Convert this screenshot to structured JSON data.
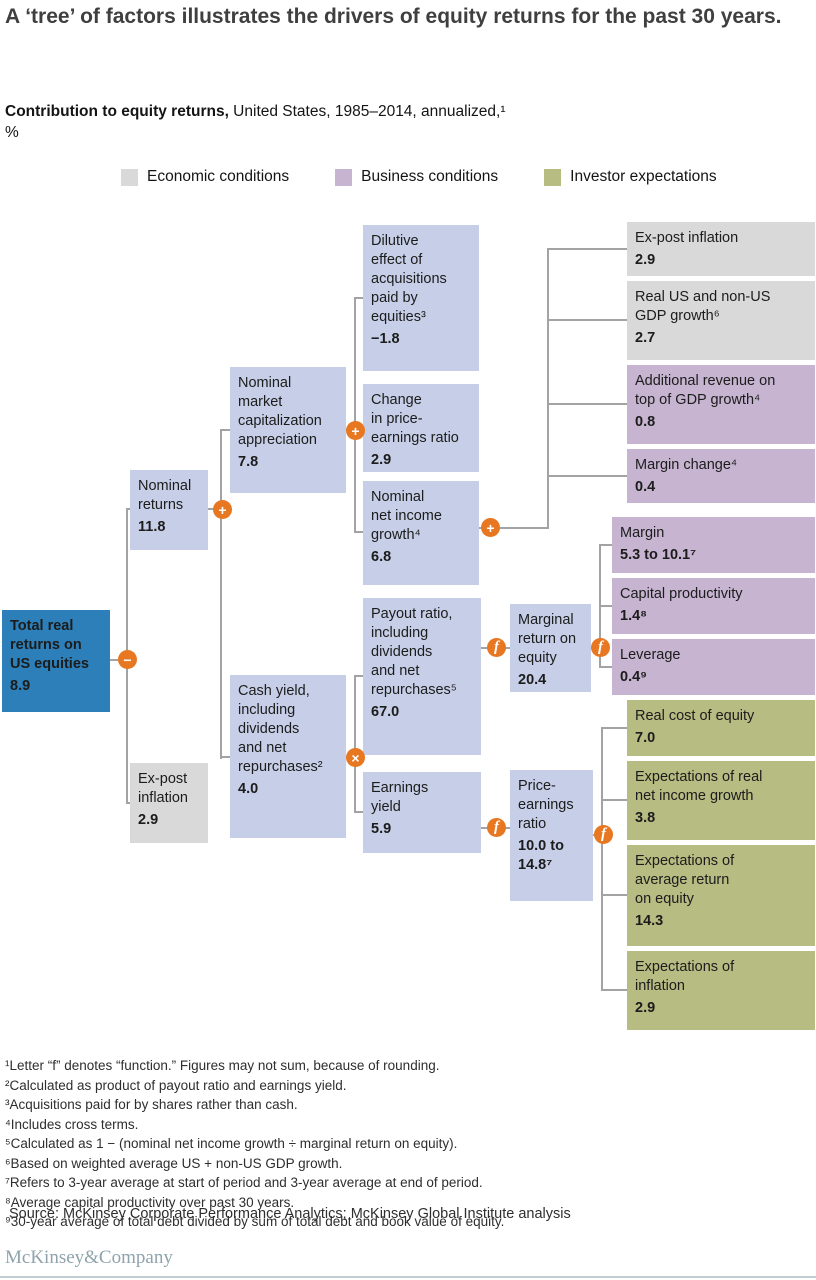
{
  "title": "A ‘tree’ of factors illustrates the drivers of equity returns for the past 30 years.",
  "subtitle": {
    "bold": "Contribution to equity returns,",
    "rest": " United States, 1985–2014, annualized,¹",
    "unit": "%"
  },
  "legend": [
    {
      "label": "Economic conditions",
      "color": "#d9d9d9"
    },
    {
      "label": "Business conditions",
      "color": "#c6b4d1"
    },
    {
      "label": "Investor expectations",
      "color": "#b6bc82"
    }
  ],
  "colors": {
    "node_blue": "#2c7fb8",
    "node_lavender": "#c7cfe8",
    "economic_gray": "#d9d9d9",
    "business_purple": "#c6b4d1",
    "investor_olive": "#b6bc82",
    "operator_orange": "#e87722",
    "connector_gray": "#a3a3a3"
  },
  "tree": {
    "root": {
      "label": "Total real\nreturns on\nUS equities",
      "value": "8.9"
    },
    "nominal_returns": {
      "label": "Nominal\nreturns",
      "value": "11.8"
    },
    "ex_post_inflation_left": {
      "label": "Ex-post\ninflation",
      "value": "2.9"
    },
    "market_cap": {
      "label": "Nominal\nmarket\ncapitalization\nappreciation",
      "value": "7.8"
    },
    "cash_yield": {
      "label": "Cash yield,\nincluding\ndividends\nand net\nrepurchases²",
      "value": "4.0"
    },
    "dilutive": {
      "label": "Dilutive\neffect of\nacquisitions\npaid by\nequities³",
      "value": "−1.8"
    },
    "pe_change": {
      "label": "Change\nin price-\nearnings ratio",
      "value": "2.9"
    },
    "net_income": {
      "label": "Nominal\nnet income\ngrowth⁴",
      "value": "6.8"
    },
    "payout": {
      "label": "Payout ratio,\nincluding\ndividends\nand net\nrepurchases⁵",
      "value": "67.0"
    },
    "earnings_yield": {
      "label": "Earnings\nyield",
      "value": "5.9"
    },
    "marginal_roe": {
      "label": "Marginal\nreturn on\nequity",
      "value": "20.4"
    },
    "pe_ratio": {
      "label": "Price-\nearnings\nratio",
      "value": "10.0 to\n14.8⁷"
    },
    "ex_post_inflation_right": {
      "label": "Ex-post inflation",
      "value": "2.9"
    },
    "gdp_growth": {
      "label": "Real US and non-US\nGDP growth⁶",
      "value": "2.7"
    },
    "additional_revenue": {
      "label": "Additional revenue on\ntop of GDP growth⁴",
      "value": "0.8"
    },
    "margin_change": {
      "label": "Margin change⁴",
      "value": "0.4"
    },
    "margin": {
      "label": "Margin",
      "value": "5.3 to 10.1⁷"
    },
    "capital_productivity": {
      "label": "Capital productivity",
      "value": "1.4⁸"
    },
    "leverage": {
      "label": "Leverage",
      "value": "0.4⁹"
    },
    "real_cost_equity": {
      "label": "Real cost of equity",
      "value": "7.0"
    },
    "exp_net_income": {
      "label": "Expectations of real\nnet income growth",
      "value": "3.8"
    },
    "exp_return_equity": {
      "label": "Expectations of\naverage return\non equity",
      "value": "14.3"
    },
    "exp_inflation": {
      "label": "Expectations of\ninflation",
      "value": "2.9"
    }
  },
  "operators": {
    "minus_total": "−",
    "plus_nominal": "+",
    "plus_marketcap": "+",
    "plus_netincome": "+",
    "multiply_cashyield": "×",
    "f_payout": "f",
    "f_marginal": "f",
    "f_earnings": "f",
    "f_pe": "f"
  },
  "footnotes": [
    "¹Letter “f” denotes “function.” Figures may not sum, because of rounding.",
    "²Calculated as product of payout ratio and earnings yield.",
    "³Acquisitions paid for by shares rather than cash.",
    "⁴Includes cross terms.",
    "⁵Calculated as 1 − (nominal net income growth ÷ marginal return on equity).",
    "⁶Based on weighted average US + non-US GDP growth.",
    "⁷Refers to 3-year average at start of period and 3-year average at end of period.",
    "⁸Average capital productivity over past 30 years.",
    "⁹30-year average of total debt divided by sum of total debt and book value of equity."
  ],
  "source": "Source: McKinsey Corporate Performance Analytics; McKinsey Global Institute analysis",
  "logo": "McKinsey&Company"
}
